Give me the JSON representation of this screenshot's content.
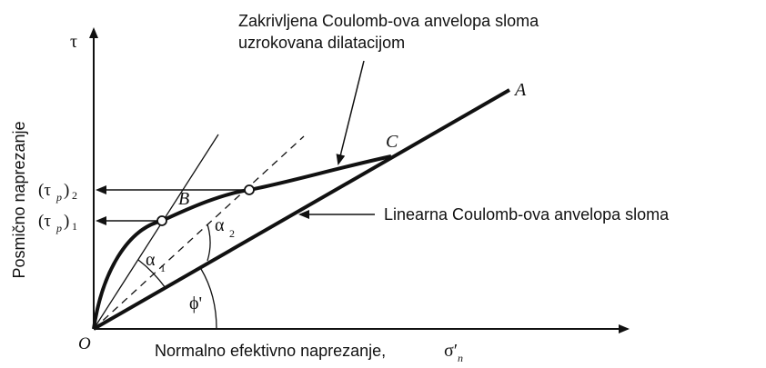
{
  "axes": {
    "y_symbol": "τ",
    "y_label": "Posmično naprezanje",
    "x_label": "Normalno efektivno naprezanje,",
    "x_symbol": "σ′",
    "x_symbol_sub": "n",
    "origin": "O"
  },
  "labels": {
    "curved_envelope_line1": "Zakrivljena Coulomb-ova anvelopa sloma",
    "curved_envelope_line2": "uzrokovana dilatacijom",
    "linear_envelope": "Linearna Coulomb-ova anvelopa sloma",
    "point_a": "A",
    "point_b": "B",
    "point_c": "C",
    "phi": "ϕ'",
    "alpha": "α",
    "alpha1_sub": "1",
    "alpha2_sub": "2",
    "tau": "(τ",
    "tau_p_sub": "p",
    "tau_close": ")",
    "tau_p2_sub": "2",
    "tau_p1_sub": "1"
  },
  "colors": {
    "ink": "#111111",
    "background": "#ffffff"
  }
}
